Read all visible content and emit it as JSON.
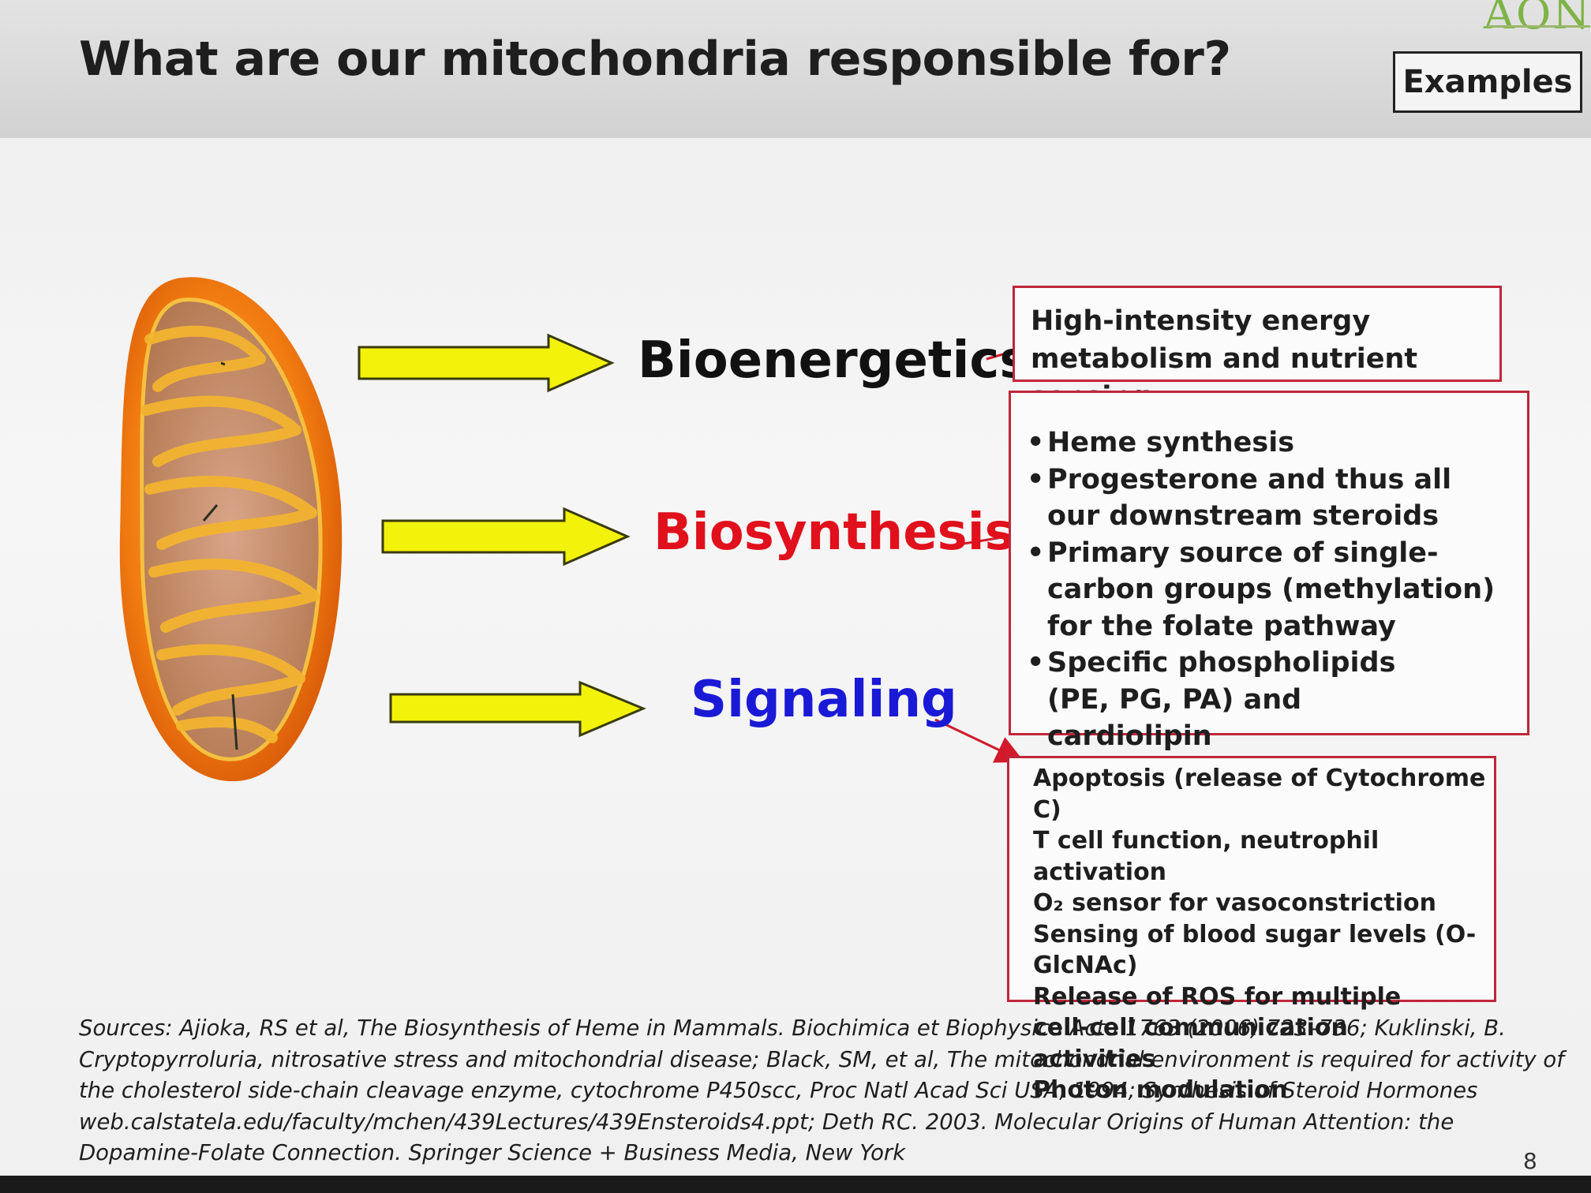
{
  "slide": {
    "title": "What are our mitochondria responsible for?",
    "examples_label": "Examples",
    "logo_text": "AONI",
    "page_number": "8"
  },
  "categories": [
    {
      "id": "bioenergetics",
      "label": "Bioenergetics",
      "color": "#111111"
    },
    {
      "id": "biosynthesis",
      "label": "Biosynthesis",
      "color": "#e0101c"
    },
    {
      "id": "signaling",
      "label": "Signaling",
      "color": "#1a1ad6"
    }
  ],
  "boxes": {
    "bioenergetics": {
      "lines": [
        "High-intensity energy",
        "metabolism and nutrient sensing"
      ]
    },
    "biosynthesis": {
      "items": [
        "Heme synthesis",
        "Progesterone and thus all our downstream steroids",
        "Primary source of single-carbon groups (methylation) for the folate pathway",
        "Specific phospholipids (PE, PG, PA) and cardiolipin"
      ]
    },
    "signaling": {
      "items": [
        "Apoptosis (release of Cytochrome C)",
        "T cell function, neutrophil activation",
        "O₂ sensor for vasoconstriction",
        "Sensing of blood sugar levels (O-GlcNAc)",
        "Release of ROS for multiple cell-cell communication activities",
        "Photon modulation"
      ]
    }
  },
  "sources": "Sources: Ajioka, RS et al, The Biosynthesis of Heme in Mammals. Biochimica et Biophysica Acta 1763 (2006) 723–736; Kuklinski, B. Cryptopyrroluria, nitrosative stress and mitochondrial disease; Black, SM, et al, The mitochondrial environment is required for activity of the cholesterol side-chain cleavage enzyme, cytochrome P450scc, Proc Natl Acad Sci USA, 1994; Synthesis of Steroid Hormones web.calstatela.edu/faculty/mchen/439Lectures/439Ensteroids4.ppt; Deth RC. 2003. Molecular Origins of Human Attention: the Dopamine-Folate Connection. Springer Science + Business Media, New York",
  "colors": {
    "arrow_fill": "#f2f20a",
    "arrow_stroke": "#3a3a10",
    "box_border": "#c0263a",
    "connector": "#d11a2a",
    "mito_outer": "#f07a10",
    "mito_inner": "#c88a60"
  }
}
